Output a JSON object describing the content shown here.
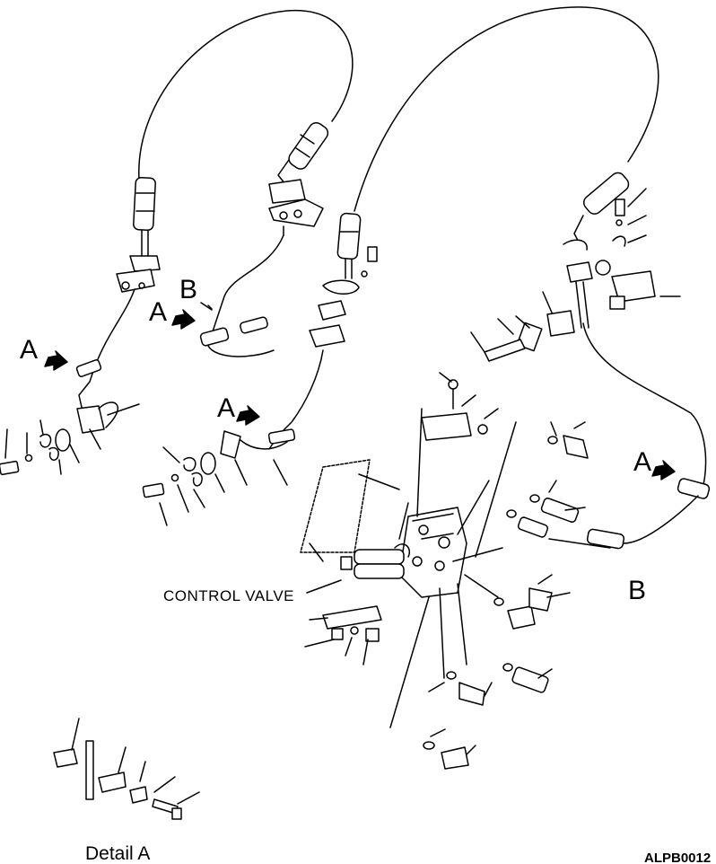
{
  "labels": {
    "a_left": "A",
    "b_center": "B",
    "a_center": "A",
    "a_lower": "A",
    "a_right": "A",
    "b_right": "B",
    "control_valve": "CONTROL VALVE",
    "detail": "Detail A",
    "drawing_code": "ALPB0012"
  },
  "colors": {
    "ink": "#000000",
    "paper": "#ffffff"
  }
}
